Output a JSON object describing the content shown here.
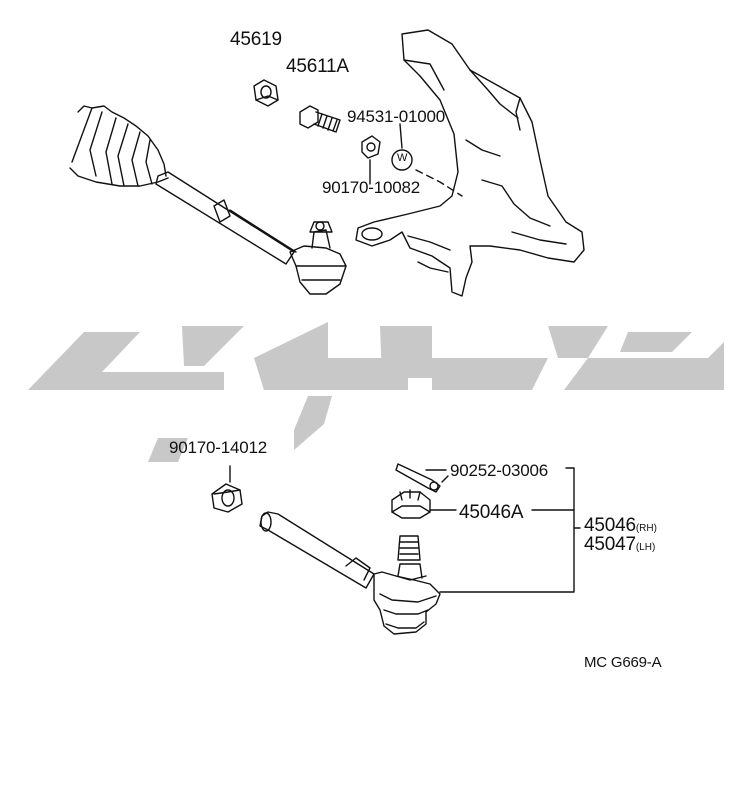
{
  "parts": {
    "p45619": "45619",
    "p45611A": "45611A",
    "p94531": "94531-01000",
    "p90170_10082": "90170-10082",
    "p90170_14012": "90170-14012",
    "p90252": "90252-03006",
    "p45046A": "45046A",
    "p45046": "45046",
    "p45046_side": "(RH)",
    "p45047": "45047",
    "p45047_side": "(LH)",
    "washer_mark": "W"
  },
  "drawing_code": "MC G669-A",
  "colors": {
    "line": "#111111",
    "watermark": "#c8c8c8"
  }
}
